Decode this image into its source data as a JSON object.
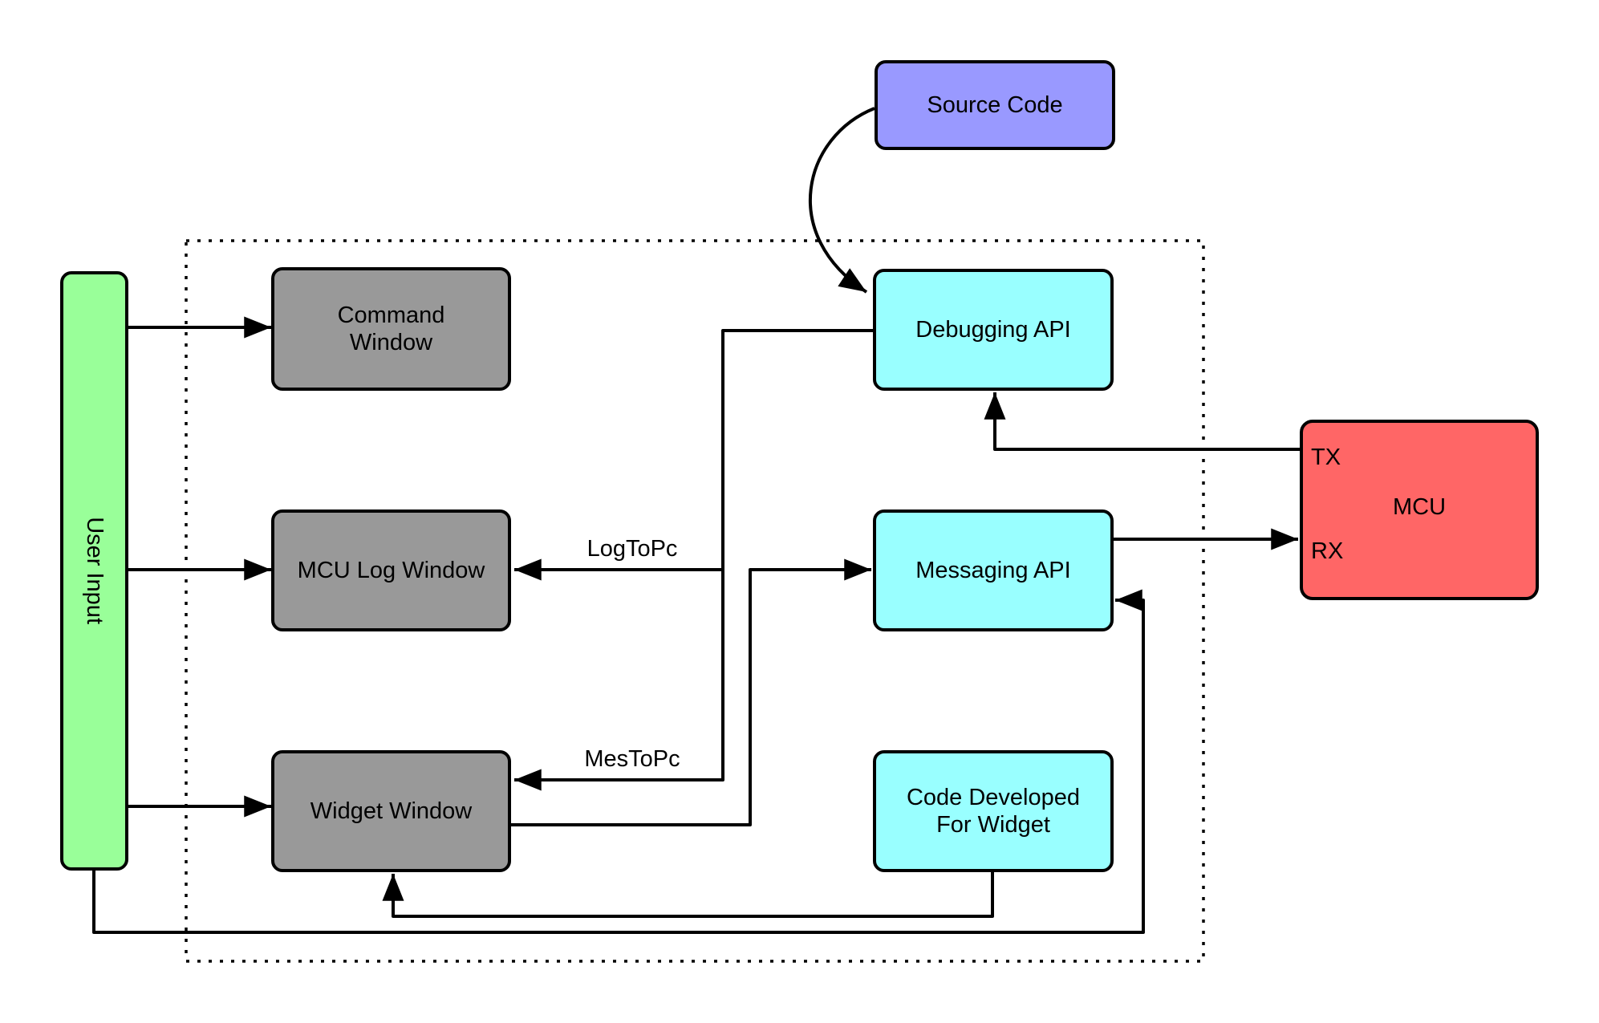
{
  "diagram": {
    "nodes": {
      "user_input": {
        "label": "User Input",
        "fill": "#99FF99"
      },
      "command_window": {
        "label": "Command Window",
        "fill": "#999999"
      },
      "mcu_log_window": {
        "label": "MCU Log Window",
        "fill": "#999999"
      },
      "widget_window": {
        "label": "Widget Window",
        "fill": "#999999"
      },
      "source_code": {
        "label": "Source Code",
        "fill": "#9999FF"
      },
      "debugging_api": {
        "label": "Debugging API",
        "fill": "#99FFFF"
      },
      "messaging_api": {
        "label": "Messaging API",
        "fill": "#99FFFF"
      },
      "code_for_widget": {
        "label": "Code Developed For Widget",
        "fill": "#99FFFF"
      },
      "mcu": {
        "label": "MCU",
        "fill": "#FF6666",
        "ports": {
          "tx": "TX",
          "rx": "RX"
        }
      }
    },
    "edge_labels": {
      "log_to_pc": "LogToPc",
      "mes_to_pc": "MesToPc"
    },
    "edges": [
      {
        "from": "user_input",
        "to": "command_window",
        "label": ""
      },
      {
        "from": "user_input",
        "to": "mcu_log_window",
        "label": ""
      },
      {
        "from": "user_input",
        "to": "widget_window",
        "label": ""
      },
      {
        "from": "user_input",
        "to": "messaging_api",
        "label": ""
      },
      {
        "from": "source_code",
        "to": "debugging_api",
        "label": ""
      },
      {
        "from": "debugging_api",
        "to": "mcu_log_window",
        "label": "LogToPc"
      },
      {
        "from": "debugging_api",
        "to": "widget_window",
        "label": "MesToPc"
      },
      {
        "from": "widget_window",
        "to": "messaging_api",
        "label": ""
      },
      {
        "from": "messaging_api",
        "to": "mcu",
        "label": "",
        "port": "RX"
      },
      {
        "from": "mcu",
        "to": "debugging_api",
        "label": "",
        "port": "TX"
      },
      {
        "from": "code_for_widget",
        "to": "widget_window",
        "label": ""
      }
    ],
    "colors": {
      "stroke": "#000000",
      "background": "#FFFFFF"
    }
  }
}
